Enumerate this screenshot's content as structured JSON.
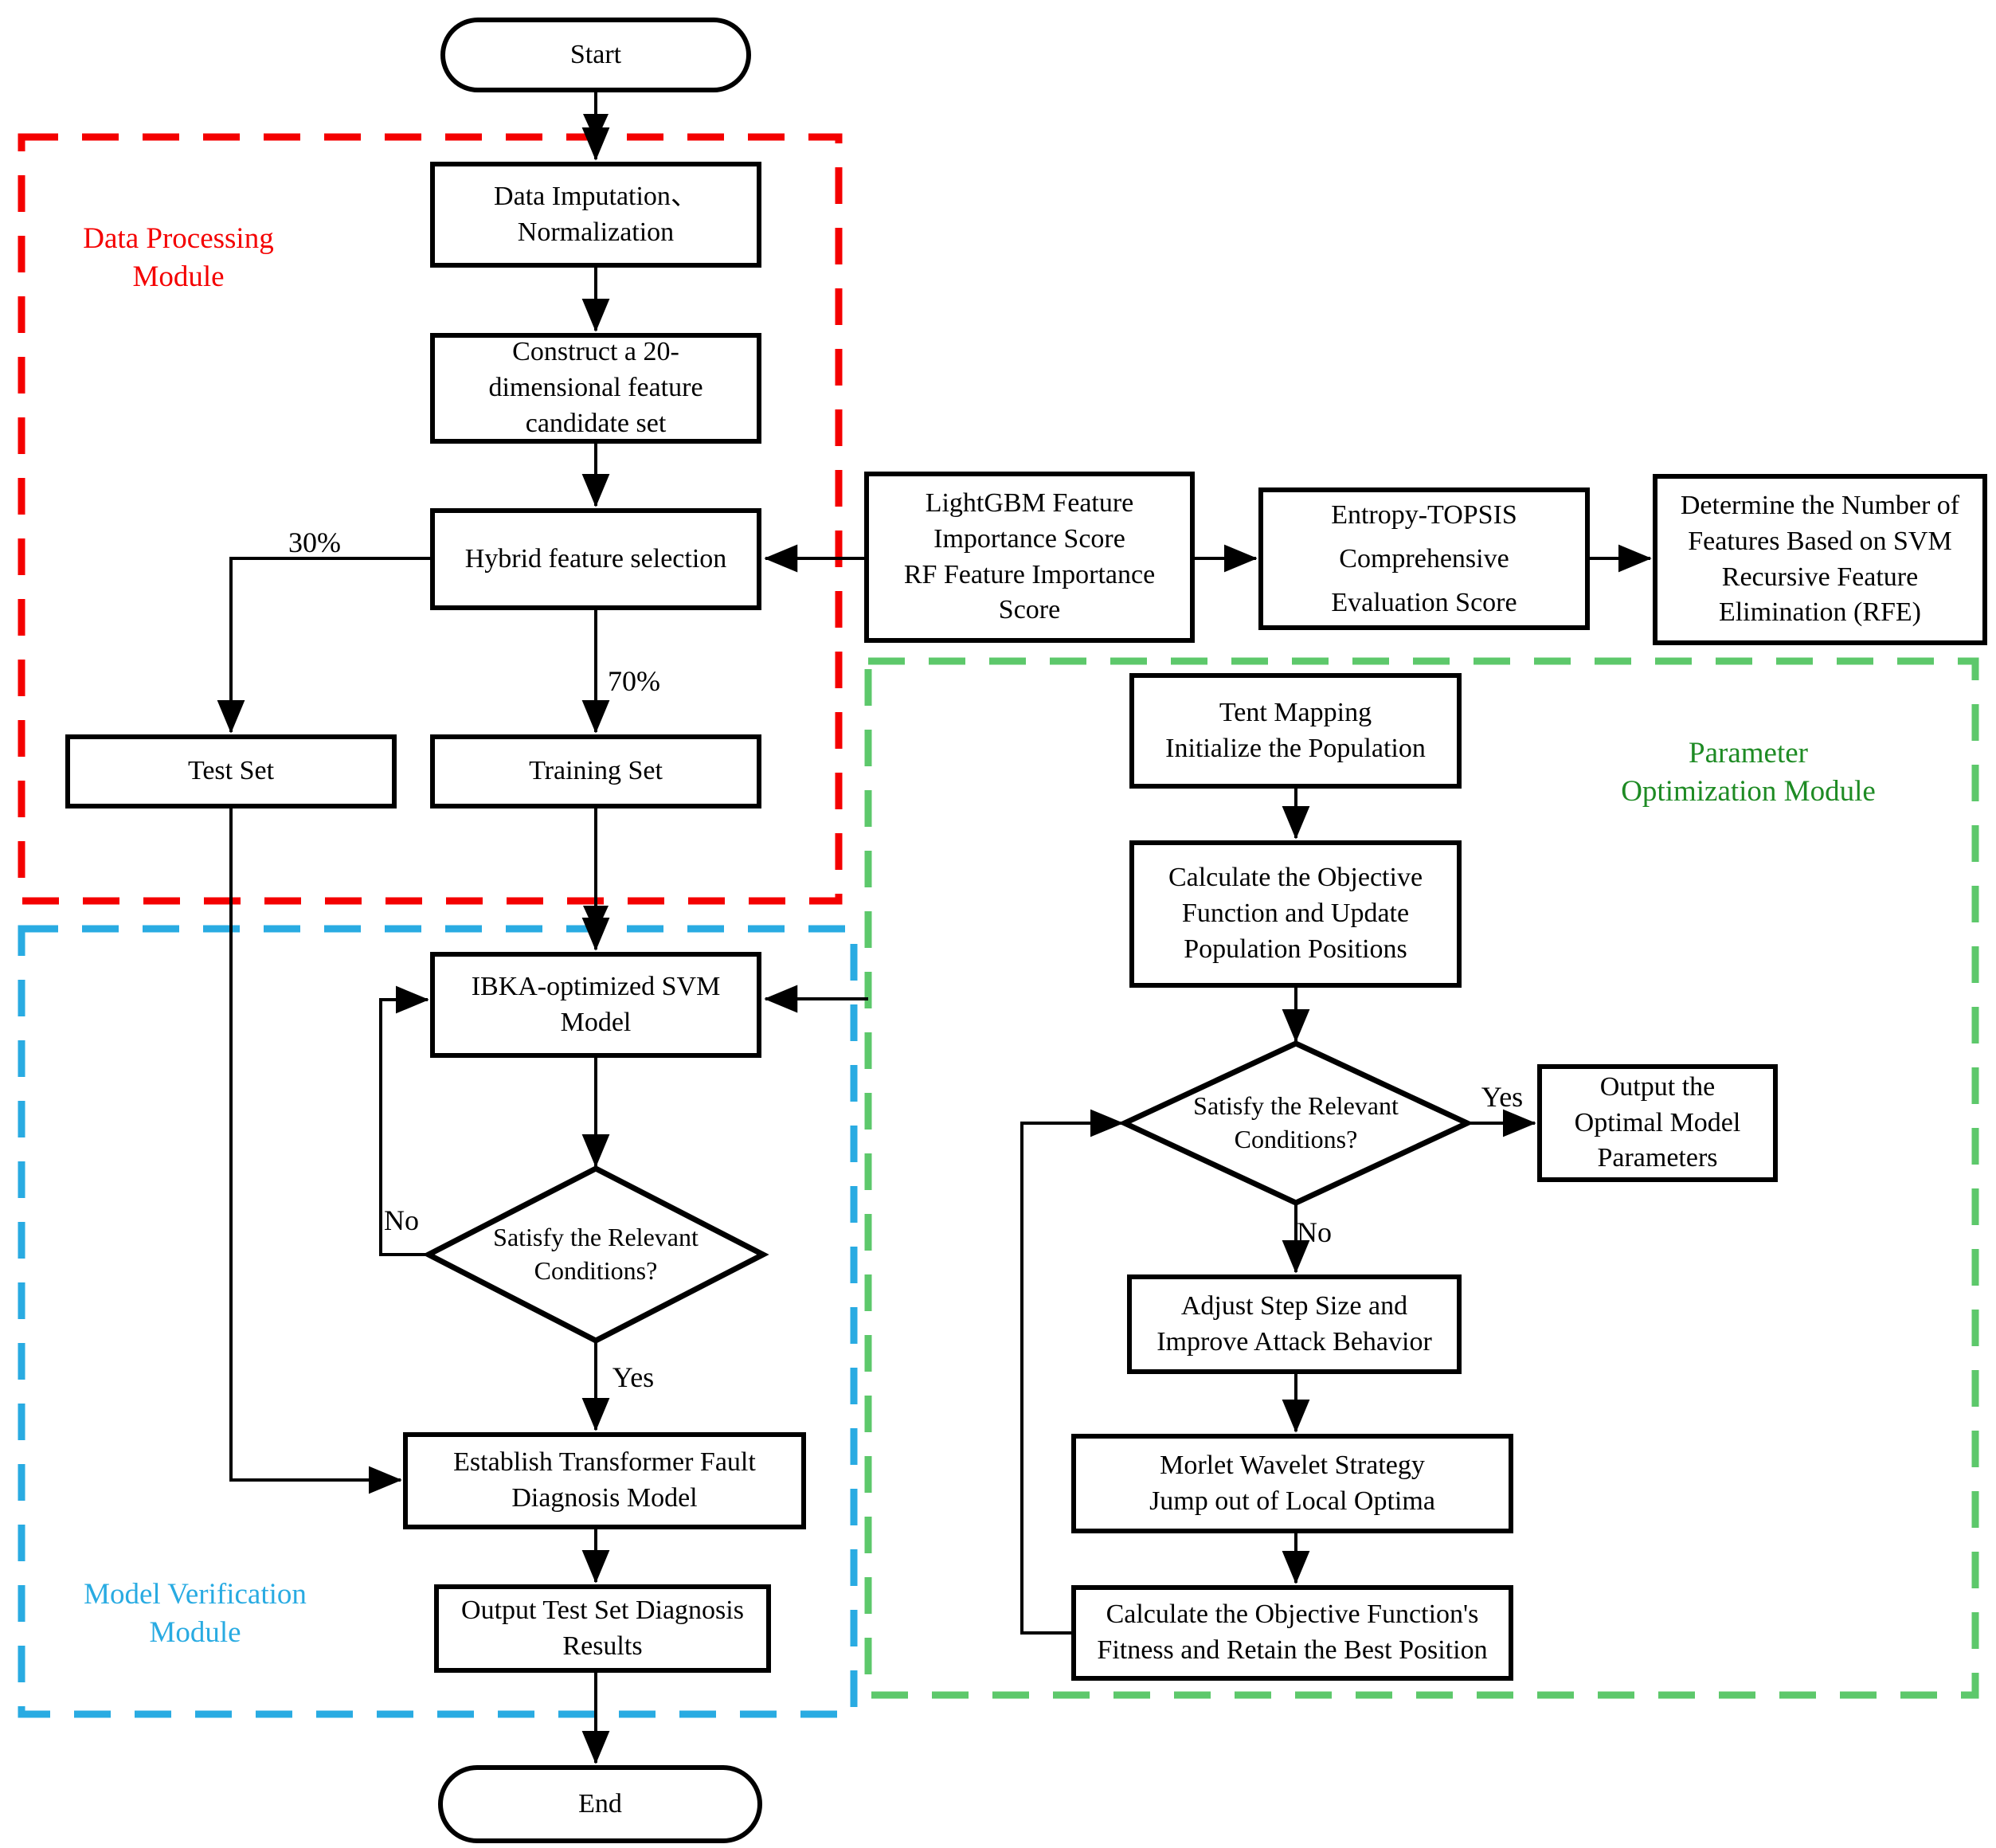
{
  "nodes": {
    "start": "Start",
    "data_imputation": "Data Imputation、\nNormalization",
    "construct": "Construct a 20-\ndimensional feature\ncandidate set",
    "hybrid": "Hybrid feature selection",
    "test_set": "Test Set",
    "training_set": "Training Set",
    "lightgbm": "LightGBM Feature\nImportance Score\nRF Feature Importance\nScore",
    "entropy": "Entropy-TOPSIS\nComprehensive\nEvaluation Score",
    "rfe": "Determine the Number of\nFeatures Based on SVM\nRecursive Feature\nElimination (RFE)",
    "ibka": "IBKA-optimized SVM\nModel",
    "mv_condition": "Satisfy the Relevant\nConditions?",
    "establish": "Establish Transformer Fault\nDiagnosis Model",
    "output_results": "Output Test Set Diagnosis\nResults",
    "end": "End",
    "tent": "Tent Mapping\nInitialize the Population",
    "calc_objective": "Calculate the Objective\nFunction and Update\nPopulation Positions",
    "po_condition": "Satisfy the Relevant\nConditions?",
    "output_params": "Output the\nOptimal Model\nParameters",
    "adjust": "Adjust Step Size and\nImprove Attack Behavior",
    "morlet": "Morlet Wavelet Strategy\nJump out of Local Optima",
    "calc_fitness": "Calculate the Objective Function's\nFitness and Retain the Best Position"
  },
  "modules": {
    "data_processing": {
      "label": "Data Processing\nModule",
      "color": "#f40000"
    },
    "model_verification": {
      "label": "Model Verification\nModule",
      "color": "#29abe2"
    },
    "parameter_optimization": {
      "label": "Parameter\nOptimization Module",
      "color": "#1e8b24",
      "border_color": "#5dc86b"
    }
  },
  "edges": [
    {
      "from": "start",
      "to": "data_imputation"
    },
    {
      "from": "data_imputation",
      "to": "construct"
    },
    {
      "from": "construct",
      "to": "hybrid"
    },
    {
      "from": "lightgbm",
      "to": "hybrid"
    },
    {
      "from": "hybrid",
      "to": "test_set",
      "label": "30%"
    },
    {
      "from": "hybrid",
      "to": "training_set",
      "label": "70%"
    },
    {
      "from": "lightgbm",
      "to": "entropy"
    },
    {
      "from": "entropy",
      "to": "rfe"
    },
    {
      "from": "training_set",
      "to": "ibka"
    },
    {
      "from": "parameter_optimization_module",
      "to": "ibka"
    },
    {
      "from": "ibka",
      "to": "mv_condition"
    },
    {
      "from": "mv_condition",
      "to": "ibka",
      "label": "No"
    },
    {
      "from": "mv_condition",
      "to": "establish",
      "label": "Yes"
    },
    {
      "from": "test_set",
      "to": "establish"
    },
    {
      "from": "establish",
      "to": "output_results"
    },
    {
      "from": "output_results",
      "to": "end"
    },
    {
      "from": "tent",
      "to": "calc_objective"
    },
    {
      "from": "calc_objective",
      "to": "po_condition"
    },
    {
      "from": "po_condition",
      "to": "output_params",
      "label": "Yes"
    },
    {
      "from": "po_condition",
      "to": "adjust",
      "label": "No"
    },
    {
      "from": "adjust",
      "to": "morlet"
    },
    {
      "from": "morlet",
      "to": "calc_fitness"
    },
    {
      "from": "calc_fitness",
      "to": "po_condition"
    }
  ],
  "colors": {
    "background": "#ffffff",
    "connector": "#000000",
    "node_border": "#000000",
    "red_dash": "#f40000",
    "blue_dash": "#29abe2",
    "green_dash": "#5dc86b"
  }
}
